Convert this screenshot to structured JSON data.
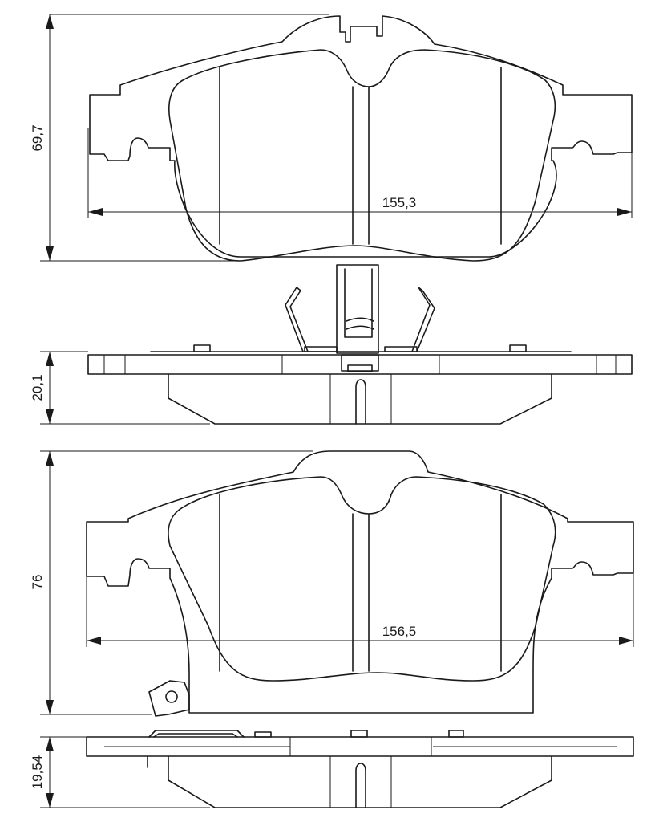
{
  "dimensions": {
    "top_pad_height": "69,7",
    "top_pad_width": "155,3",
    "top_pad_thickness": "20,1",
    "bottom_pad_height": "76",
    "bottom_pad_width": "156,5",
    "bottom_pad_thickness": "19,54"
  }
}
